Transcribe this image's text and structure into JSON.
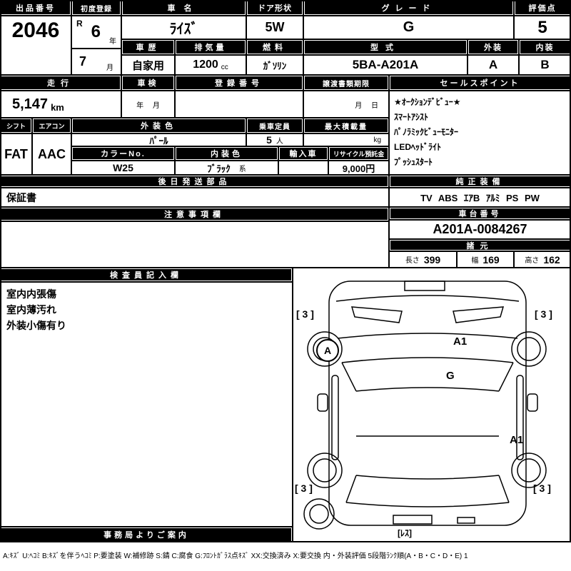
{
  "top": {
    "auction_no_label": "出品番号",
    "auction_no": "2046",
    "first_reg_label": "初度登録",
    "era": "R",
    "reg_year": "6",
    "year_unit": "年",
    "reg_month": "7",
    "month_unit": "月",
    "car_name_label": "車名",
    "car_name": "ﾗｲｽﾞ",
    "door_label": "ドア形状",
    "door": "5W",
    "grade_label": "グレード",
    "grade": "G",
    "score_label": "評価点",
    "score": "5",
    "history_label": "車歴",
    "history": "自家用",
    "displacement_label": "排気量",
    "displacement": "1200",
    "displacement_unit": "cc",
    "fuel_label": "燃料",
    "fuel": "ｶﾞｿﾘﾝ",
    "model_label": "型式",
    "model": "5BA-A201A",
    "exterior_label": "外装",
    "exterior_grade": "A",
    "interior_label": "内装",
    "interior_grade": "B"
  },
  "mileage": {
    "label": "走行",
    "value": "5,147",
    "unit": "km"
  },
  "inspection": {
    "label": "車検",
    "value": "年 月"
  },
  "registration": {
    "label": "登録番号",
    "value": ""
  },
  "transfer": {
    "label": "譲渡書類期限",
    "value": "月 日"
  },
  "sales": {
    "label": "セールスポイント",
    "points": [
      "★ｵｰｸｼｮﾝﾃﾞﾋﾞｭｰ★",
      "ｽﾏｰﾄｱｼｽﾄ",
      "ﾊﾟﾉﾗﾐｯｸﾋﾞｭｰﾓﾆﾀｰ",
      "LEDﾍｯﾄﾞﾗｲﾄ",
      "ﾌﾟｯｼｭｽﾀｰﾄ"
    ]
  },
  "equip": {
    "shift_label": "シフト",
    "shift": "FAT",
    "aircon_label": "エアコン",
    "aircon": "AAC",
    "ext_color_label": "外装色",
    "ext_color": "ﾊﾟｰﾙ",
    "capacity_label": "乗車定員",
    "capacity": "5",
    "capacity_unit": "人",
    "max_load_label": "最大積載量",
    "max_load_unit": "kg",
    "color_no_label": "カラーNo.",
    "color_no": "W25",
    "int_color_label": "内装色",
    "int_color": "ﾌﾞﾗｯｸ",
    "int_color_suffix": "系",
    "import_label": "輸入車",
    "recycle_label": "リサイクル預託金",
    "recycle": "9,000円"
  },
  "later_parts": {
    "label": "後日発送部品",
    "value": "保証書"
  },
  "genuine": {
    "label": "純正装備",
    "value": "TV ABS ｴｱB ｱﾙﾐ PS PW"
  },
  "notes": {
    "label": "注意事項欄"
  },
  "chassis": {
    "label": "車台番号",
    "value": "A201A-0084267"
  },
  "specs": {
    "label": "諸元",
    "length_label": "長さ",
    "length": "399",
    "width_label": "幅",
    "width": "169",
    "height_label": "高さ",
    "height": "162"
  },
  "inspector": {
    "label": "検査員記入欄",
    "lines": [
      "室内内張傷",
      "室内薄汚れ",
      "外装小傷有り"
    ]
  },
  "office": {
    "label": "事務局よりご案内"
  },
  "diagram": {
    "marker_front_left": "[ 3 ]",
    "marker_front_right": "[ 3 ]",
    "marker_rear_left": "[ 3 ]",
    "marker_rear_right": "[ 3 ]",
    "pillar_mark": "A",
    "hood_mark": "A1",
    "glass_mark": "G",
    "side_mark": "A1",
    "spare_mark": "[ﾚｽ]"
  },
  "legend": "A:ｷｽﾞ U:ﾍｺﾐ B:ｷｽﾞを伴うﾍｺﾐ P:要塗装 W:補修跡 S:錆 C:腐食 G:ﾌﾛﾝﾄｶﾞﾗｽ点ｷｽﾞ XX:交換済み X:要交換  内・外装評価 5段階ﾗﾝｸ順(A・B・C・D・E) 1",
  "colors": {
    "line": "#000000",
    "header_bg": "#000000",
    "header_fg": "#ffffff"
  }
}
